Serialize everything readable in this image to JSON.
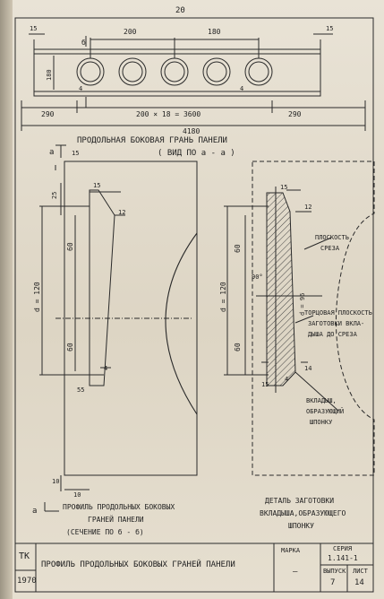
{
  "page_number": "20",
  "top_view": {
    "dims": {
      "edge_left": "15",
      "edge_right": "15",
      "spacing_1": "200",
      "spacing_2": "180",
      "height": "180",
      "b_mark": "б",
      "small_left": "4",
      "small_right": "4",
      "end_left": "290",
      "end_right": "290",
      "repeat": "200 × 18 = 3600",
      "total": "4180"
    }
  },
  "section_title_line1": "ПРОДОЛЬНАЯ БОКОВАЯ ГРАНЬ ПАНЕЛИ",
  "section_title_line2": "( ВИД ПО а - а )",
  "left_profile": {
    "a_mark_top": "а",
    "a_mark_bottom": "а",
    "dims": {
      "top_15a": "15",
      "top_15b": "15",
      "d25": "25",
      "d12": "12",
      "d60a": "60",
      "d60b": "60",
      "diameter": "d = 120",
      "d4": "4",
      "d55": "55",
      "d10a": "10",
      "d10b": "10"
    },
    "caption_line1": "ПРОФИЛЬ ПРОДОЛЬНЫХ БОКОВЫХ",
    "caption_line2": "ГРАНЕЙ ПАНЕЛИ",
    "caption_line3": "(СЕЧЕНИЕ ПО б - б)"
  },
  "right_detail": {
    "dims": {
      "d15": "15",
      "d12": "12",
      "d60a": "60",
      "d60b": "60",
      "diameter": "d = 120",
      "angle": "90°",
      "d96": "d = 96",
      "d14": "14",
      "d4": "4",
      "d15b": "15"
    },
    "labels": {
      "cut_plane_1": "ПЛОСКОСТЬ",
      "cut_plane_2": "СРЕЗА",
      "end_plane_1": "ТОРЦОВАЯ ПЛОСКОСТЬ",
      "end_plane_2": "ЗАГОТОВКИ ВКЛА-",
      "end_plane_3": "ДЫША ДО СРЕЗА",
      "insert_1": "ВКЛАДЫШ,",
      "insert_2": "ОБРАЗУЮЩИЙ",
      "insert_3": "ШПОНКУ"
    },
    "caption_line1": "ДЕТАЛЬ ЗАГОТОВКИ",
    "caption_line2": "ВКЛАДЫША,ОБРАЗУЮЩЕГО",
    "caption_line3": "ШПОНКУ"
  },
  "title_block": {
    "tk": "ТК",
    "year": "1970",
    "title": "ПРОФИЛЬ ПРОДОЛЬНЫХ БОКОВЫХ ГРАНЕЙ ПАНЕЛИ",
    "marka_label": "МАРКА",
    "marka_value": "—",
    "seria_label": "СЕРИЯ",
    "seria_value": "1.141-1",
    "vypusk_label": "ВЫПУСК",
    "vypusk_value": "7",
    "list_label": "ЛИСТ",
    "list_value": "14"
  }
}
